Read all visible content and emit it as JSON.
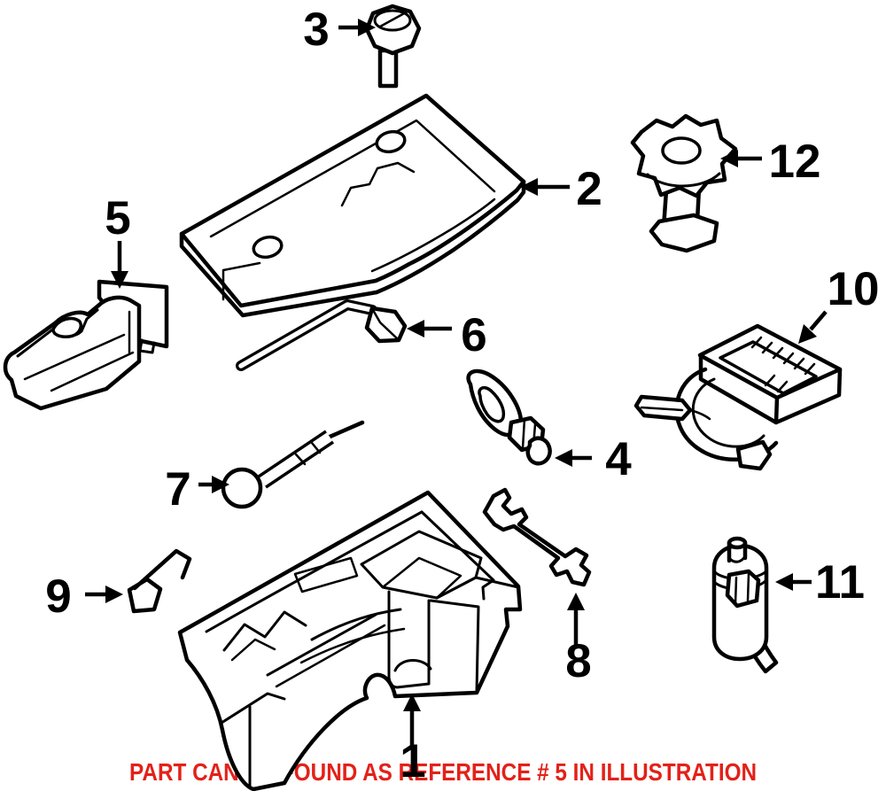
{
  "diagram": {
    "background": "#ffffff",
    "line_color": "#000000",
    "footer": {
      "text": "PART CAN BE FOUND AS REFERENCE # 5 IN ILLUSTRATION",
      "color": "#e32119"
    },
    "parts": [
      {
        "ref": "1",
        "name": "storage-tray"
      },
      {
        "ref": "2",
        "name": "cover-panel"
      },
      {
        "ref": "3",
        "name": "wing-bolt"
      },
      {
        "ref": "4",
        "name": "tow-hook"
      },
      {
        "ref": "5",
        "name": "jack"
      },
      {
        "ref": "6",
        "name": "lug-wrench"
      },
      {
        "ref": "7",
        "name": "extension-rod"
      },
      {
        "ref": "8",
        "name": "open-end-wrench"
      },
      {
        "ref": "9",
        "name": "hook-bracket"
      },
      {
        "ref": "10",
        "name": "air-compressor"
      },
      {
        "ref": "11",
        "name": "sealant-bottle"
      },
      {
        "ref": "12",
        "name": "retainer-nut"
      }
    ]
  }
}
